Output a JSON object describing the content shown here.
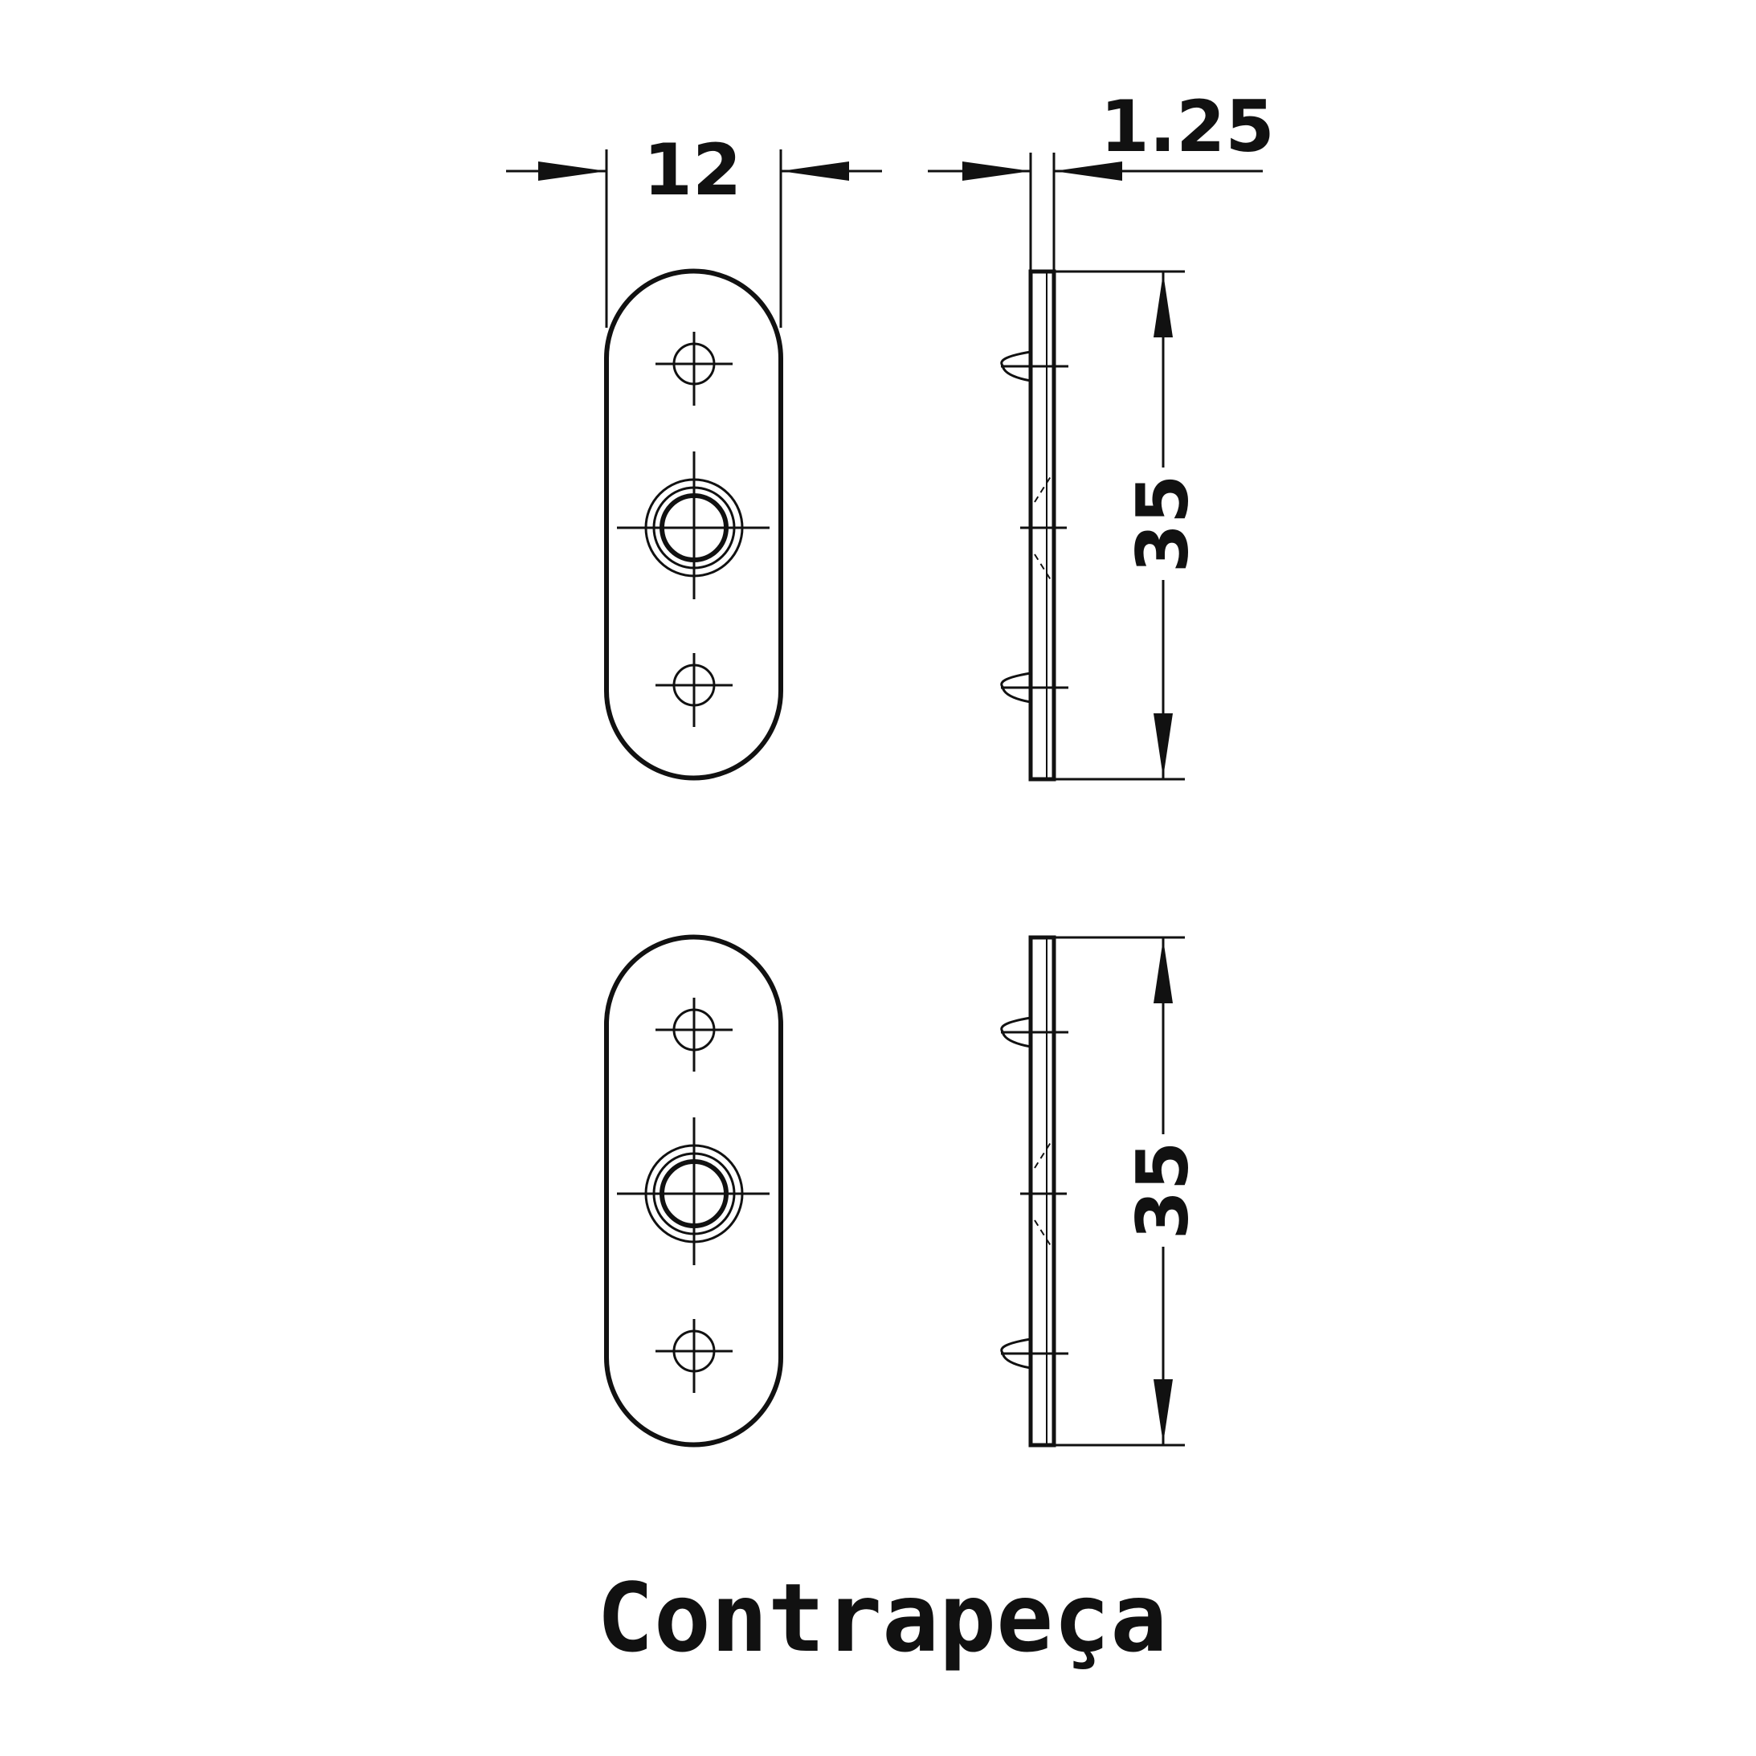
{
  "dimensions": {
    "width": "12",
    "thickness": "1.25",
    "height_top": "35",
    "height_bottom": "35"
  },
  "caption": "Contrapeça",
  "colors": {
    "line": "#111111",
    "background": "#ffffff"
  }
}
